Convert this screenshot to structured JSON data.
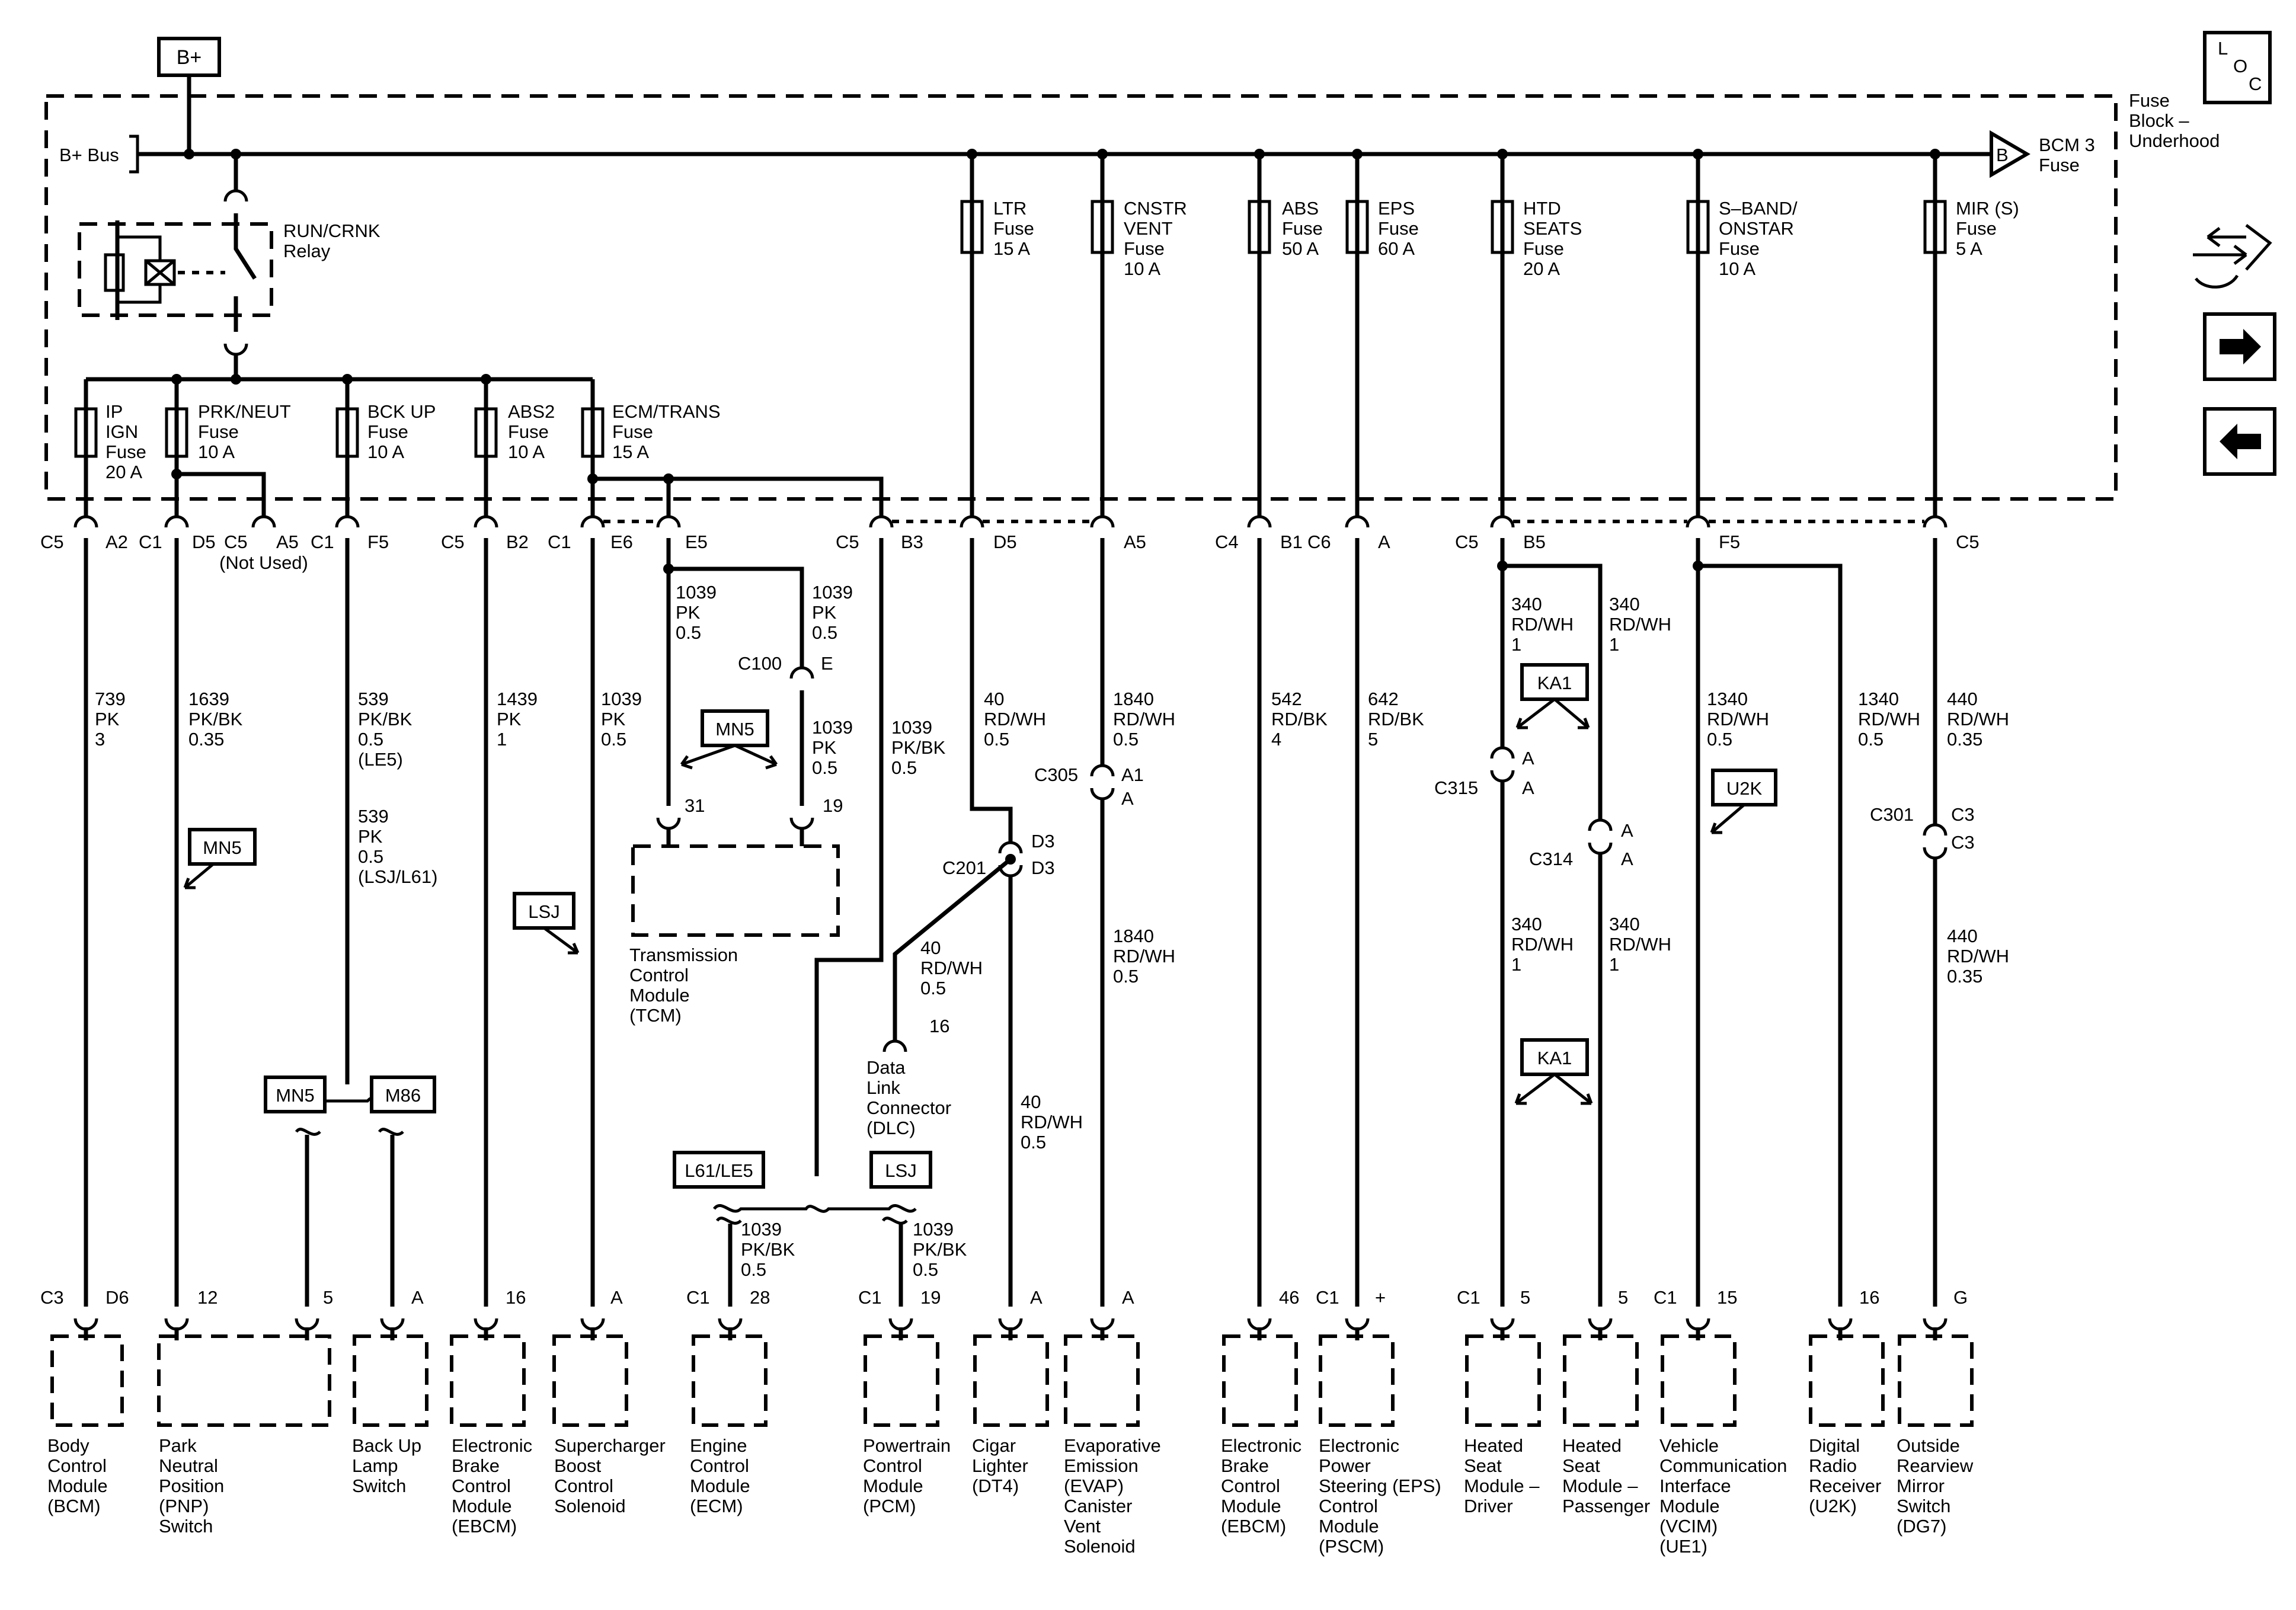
{
  "power_source": "B+",
  "loc_badge": {
    "l": "L",
    "o": "O",
    "c": "C"
  },
  "fuse_block": {
    "line1": "Fuse",
    "line2": "Block –",
    "line3": "Underhood"
  },
  "bus_label": "B+ Bus",
  "bcm_ref": {
    "letter": "B",
    "line1": "BCM 3",
    "line2": "Fuse"
  },
  "relay": {
    "line1": "RUN/CRNK",
    "line2": "Relay"
  },
  "top_fuses": [
    {
      "id": "ltr",
      "lines": [
        "LTR",
        "Fuse",
        "15 A"
      ]
    },
    {
      "id": "cnstr",
      "lines": [
        "CNSTR",
        "VENT",
        "Fuse",
        "10 A"
      ]
    },
    {
      "id": "abs",
      "lines": [
        "ABS",
        "Fuse",
        "50 A"
      ]
    },
    {
      "id": "eps",
      "lines": [
        "EPS",
        "Fuse",
        "60 A"
      ]
    },
    {
      "id": "htd",
      "lines": [
        "HTD",
        "SEATS",
        "Fuse",
        "20 A"
      ]
    },
    {
      "id": "sband",
      "lines": [
        "S–BAND/",
        "ONSTAR",
        "Fuse",
        "10 A"
      ]
    },
    {
      "id": "mir",
      "lines": [
        "MIR (S)",
        "Fuse",
        "5 A"
      ]
    }
  ],
  "relay_fuses": [
    {
      "id": "ip",
      "lines": [
        "IP",
        "IGN",
        "Fuse",
        "20 A"
      ]
    },
    {
      "id": "prk",
      "lines": [
        "PRK/NEUT",
        "Fuse",
        "10 A"
      ]
    },
    {
      "id": "bck",
      "lines": [
        "BCK UP",
        "Fuse",
        "10 A"
      ]
    },
    {
      "id": "abs2",
      "lines": [
        "ABS2",
        "Fuse",
        "10 A"
      ]
    },
    {
      "id": "ecm",
      "lines": [
        "ECM/TRANS",
        "Fuse",
        "15 A"
      ]
    }
  ],
  "connector_labels": [
    "C5",
    "A2",
    "C1",
    "D5",
    "C5",
    "A5",
    "(Not Used)",
    "C1",
    "F5",
    "C5",
    "B2",
    "C1",
    "E6",
    "E5",
    "C5",
    "B3",
    "D5",
    "A5",
    "C4",
    "B1",
    "C6",
    "A",
    "C5",
    "B5",
    "F5",
    "C5"
  ],
  "wires": [
    {
      "id": "w739",
      "lines": [
        "739",
        "PK",
        "3"
      ]
    },
    {
      "id": "w1639",
      "lines": [
        "1639",
        "PK/BK",
        "0.35"
      ]
    },
    {
      "id": "w539a",
      "lines": [
        "539",
        "PK/BK",
        "0.5",
        "(LE5)"
      ]
    },
    {
      "id": "w539b",
      "lines": [
        "539",
        "PK",
        "0.5",
        "(LSJ/L61)"
      ]
    },
    {
      "id": "w1439",
      "lines": [
        "1439",
        "PK",
        "1"
      ]
    },
    {
      "id": "w1039",
      "lines": [
        "1039",
        "PK",
        "0.5"
      ]
    },
    {
      "id": "w1039a",
      "lines": [
        "1039",
        "PK",
        "0.5"
      ]
    },
    {
      "id": "w1039b",
      "lines": [
        "1039",
        "PK",
        "0.5"
      ]
    },
    {
      "id": "w1039c",
      "lines": [
        "1039",
        "PK",
        "0.5"
      ]
    },
    {
      "id": "w1039d",
      "lines": [
        "1039",
        "PK/BK",
        "0.5"
      ]
    },
    {
      "id": "w40a",
      "lines": [
        "40",
        "RD/WH",
        "0.5"
      ]
    },
    {
      "id": "w40b",
      "lines": [
        "40",
        "RD/WH",
        "0.5"
      ]
    },
    {
      "id": "w40c",
      "lines": [
        "40",
        "RD/WH",
        "0.5"
      ]
    },
    {
      "id": "w1840a",
      "lines": [
        "1840",
        "RD/WH",
        "0.5"
      ]
    },
    {
      "id": "w1840b",
      "lines": [
        "1840",
        "RD/WH",
        "0.5"
      ]
    },
    {
      "id": "w542",
      "lines": [
        "542",
        "RD/BK",
        "4"
      ]
    },
    {
      "id": "w642",
      "lines": [
        "642",
        "RD/BK",
        "5"
      ]
    },
    {
      "id": "w340a",
      "lines": [
        "340",
        "RD/WH",
        "1"
      ]
    },
    {
      "id": "w340b",
      "lines": [
        "340",
        "RD/WH",
        "1"
      ]
    },
    {
      "id": "w340c",
      "lines": [
        "340",
        "RD/WH",
        "1"
      ]
    },
    {
      "id": "w340d",
      "lines": [
        "340",
        "RD/WH",
        "1"
      ]
    },
    {
      "id": "w1340a",
      "lines": [
        "1340",
        "RD/WH",
        "0.5"
      ]
    },
    {
      "id": "w1340b",
      "lines": [
        "1340",
        "RD/WH",
        "0.5"
      ]
    },
    {
      "id": "w440a",
      "lines": [
        "440",
        "RD/WH",
        "0.35"
      ]
    },
    {
      "id": "w440b",
      "lines": [
        "440",
        "RD/WH",
        "0.35"
      ]
    },
    {
      "id": "w1039e",
      "lines": [
        "1039",
        "PK/BK",
        "0.5"
      ]
    },
    {
      "id": "w1039f",
      "lines": [
        "1039",
        "PK/BK",
        "0.5"
      ]
    }
  ],
  "inline_connectors": [
    {
      "id": "c100",
      "label": "C100",
      "pin": "E"
    },
    {
      "id": "c305",
      "label": "C305",
      "pin_top": "A1",
      "pin_bot": "A"
    },
    {
      "id": "c201",
      "label": "C201",
      "pin_top": "D3",
      "pin_bot": "D3"
    },
    {
      "id": "c315",
      "label": "C315",
      "pin_top": "A",
      "pin_bot": "A"
    },
    {
      "id": "c314",
      "label": "C314",
      "pin_top": "A",
      "pin_bot": "A"
    },
    {
      "id": "c301",
      "label": "C301",
      "pin_top": "C3",
      "pin_bot": "C3"
    }
  ],
  "option_tags": [
    "MN5",
    "LSJ",
    "MN5",
    "M86",
    "MN5",
    "L61/LE5",
    "LSJ",
    "KA1",
    "KA1",
    "U2K"
  ],
  "tcm": {
    "pin_left": "31",
    "pin_right": "19",
    "lines": [
      "Transmission",
      "Control",
      "Module",
      "(TCM)"
    ]
  },
  "dlc": {
    "pin": "16",
    "lines": [
      "Data",
      "Link",
      "Connector",
      "(DLC)"
    ]
  },
  "bottom_pins": [
    "C3",
    "D6",
    "12",
    "5",
    "A",
    "16",
    "A",
    "C1",
    "28",
    "C1",
    "19",
    "A",
    "A",
    "46",
    "C1",
    "+",
    "C1",
    "5",
    "5",
    "C1",
    "15",
    "16",
    "G"
  ],
  "components": [
    {
      "id": "bcm",
      "lines": [
        "Body",
        "Control",
        "Module",
        "(BCM)"
      ]
    },
    {
      "id": "pnp",
      "lines": [
        "Park",
        "Neutral",
        "Position",
        "(PNP)",
        "Switch"
      ]
    },
    {
      "id": "backup",
      "lines": [
        "Back Up",
        "Lamp",
        "Switch"
      ]
    },
    {
      "id": "ebcm1",
      "lines": [
        "Electronic",
        "Brake",
        "Control",
        "Module",
        "(EBCM)"
      ]
    },
    {
      "id": "sc",
      "lines": [
        "Supercharger",
        "Boost",
        "Control",
        "Solenoid"
      ]
    },
    {
      "id": "ecm",
      "lines": [
        "Engine",
        "Control",
        "Module",
        "(ECM)"
      ]
    },
    {
      "id": "pcm",
      "lines": [
        "Powertrain",
        "Control",
        "Module",
        "(PCM)"
      ]
    },
    {
      "id": "dt4",
      "lines": [
        "Cigar",
        "Lighter",
        "(DT4)"
      ]
    },
    {
      "id": "evap",
      "lines": [
        "Evaporative",
        "Emission",
        "(EVAP)",
        "Canister",
        "Vent",
        "Solenoid"
      ]
    },
    {
      "id": "ebcm2",
      "lines": [
        "Electronic",
        "Brake",
        "Control",
        "Module",
        "(EBCM)"
      ]
    },
    {
      "id": "eps",
      "lines": [
        "Electronic",
        "Power",
        "Steering (EPS)",
        "Control",
        "Module",
        "(PSCM)"
      ]
    },
    {
      "id": "hsd",
      "lines": [
        "Heated",
        "Seat",
        "Module –",
        "Driver"
      ]
    },
    {
      "id": "hsp",
      "lines": [
        "Heated",
        "Seat",
        "Module –",
        "Passenger"
      ]
    },
    {
      "id": "vcim",
      "lines": [
        "Vehicle",
        "Communication",
        "Interface",
        "Module",
        "(VCIM)",
        "(UE1)"
      ]
    },
    {
      "id": "u2k",
      "lines": [
        "Digital",
        "Radio",
        "Receiver",
        "(U2K)"
      ]
    },
    {
      "id": "dg7",
      "lines": [
        "Outside",
        "Rearview",
        "Mirror",
        "Switch",
        "(DG7)"
      ]
    }
  ]
}
